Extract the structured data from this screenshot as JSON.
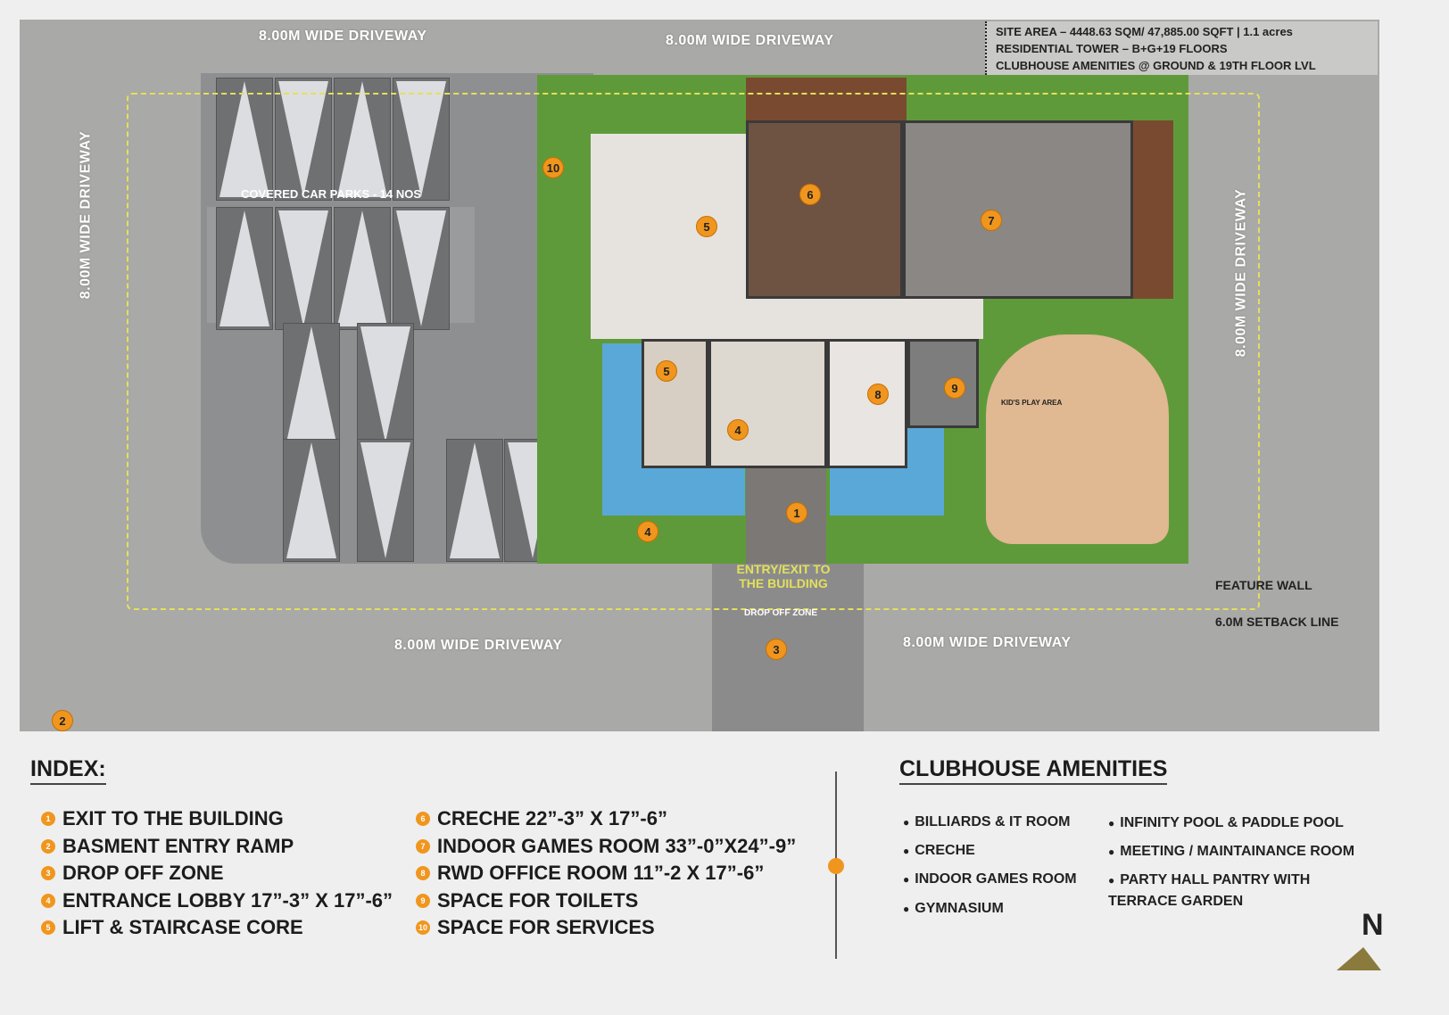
{
  "site_info": [
    "SITE AREA – 4448.63 SQM/ 47,885.00 SQFT | 1.1 acres",
    "RESIDENTIAL TOWER – B+G+19 FLOORS",
    "CLUBHOUSE AMENITIES @ GROUND & 19TH FLOOR LVL"
  ],
  "plan_labels": {
    "driveway": "8.00M WIDE DRIVEWAY",
    "car_parks": "COVERED CAR PARKS - 14 NOS",
    "entry": "ENTRY/EXIT TO THE BUILDING",
    "drop_off": "DROP OFF ZONE",
    "kids_play": "KID'S PLAY AREA",
    "feature_wall": "FEATURE WALL",
    "setback": "6.0M SETBACK LINE"
  },
  "markers": [
    "10",
    "6",
    "7",
    "5",
    "5",
    "8",
    "9",
    "4",
    "1",
    "4",
    "3",
    "2"
  ],
  "colors": {
    "accent": "#f0961e",
    "road": "#a9a9a7",
    "pool": "#5aa8d8",
    "lawn": "#5f9a3a",
    "play": "#e0b892"
  },
  "index": {
    "title": "INDEX:",
    "items": [
      {
        "n": "1",
        "label": "EXIT TO THE BUILDING"
      },
      {
        "n": "2",
        "label": "BASMENT ENTRY RAMP"
      },
      {
        "n": "3",
        "label": "DROP OFF ZONE"
      },
      {
        "n": "4",
        "label": "ENTRANCE LOBBY 17”-3” X 17”-6”"
      },
      {
        "n": "5",
        "label": "LIFT & STAIRCASE CORE"
      },
      {
        "n": "6",
        "label": "CRECHE 22”-3” X 17”-6”"
      },
      {
        "n": "7",
        "label": "INDOOR GAMES ROOM 33”-0”X24”-9”"
      },
      {
        "n": "8",
        "label": "RWD OFFICE ROOM 11”-2 X 17”-6”"
      },
      {
        "n": "9",
        "label": "SPACE FOR TOILETS"
      },
      {
        "n": "10",
        "label": "SPACE FOR SERVICES"
      }
    ]
  },
  "amenities": {
    "title": "CLUBHOUSE AMENITIES",
    "items": [
      "BILLIARDS & IT ROOM",
      "CRECHE",
      "INDOOR GAMES ROOM",
      "GYMNASIUM",
      "INFINITY POOL & PADDLE POOL",
      "MEETING / MAINTAINANCE ROOM",
      "PARTY HALL PANTRY WITH TERRACE GARDEN"
    ]
  },
  "north": "N"
}
